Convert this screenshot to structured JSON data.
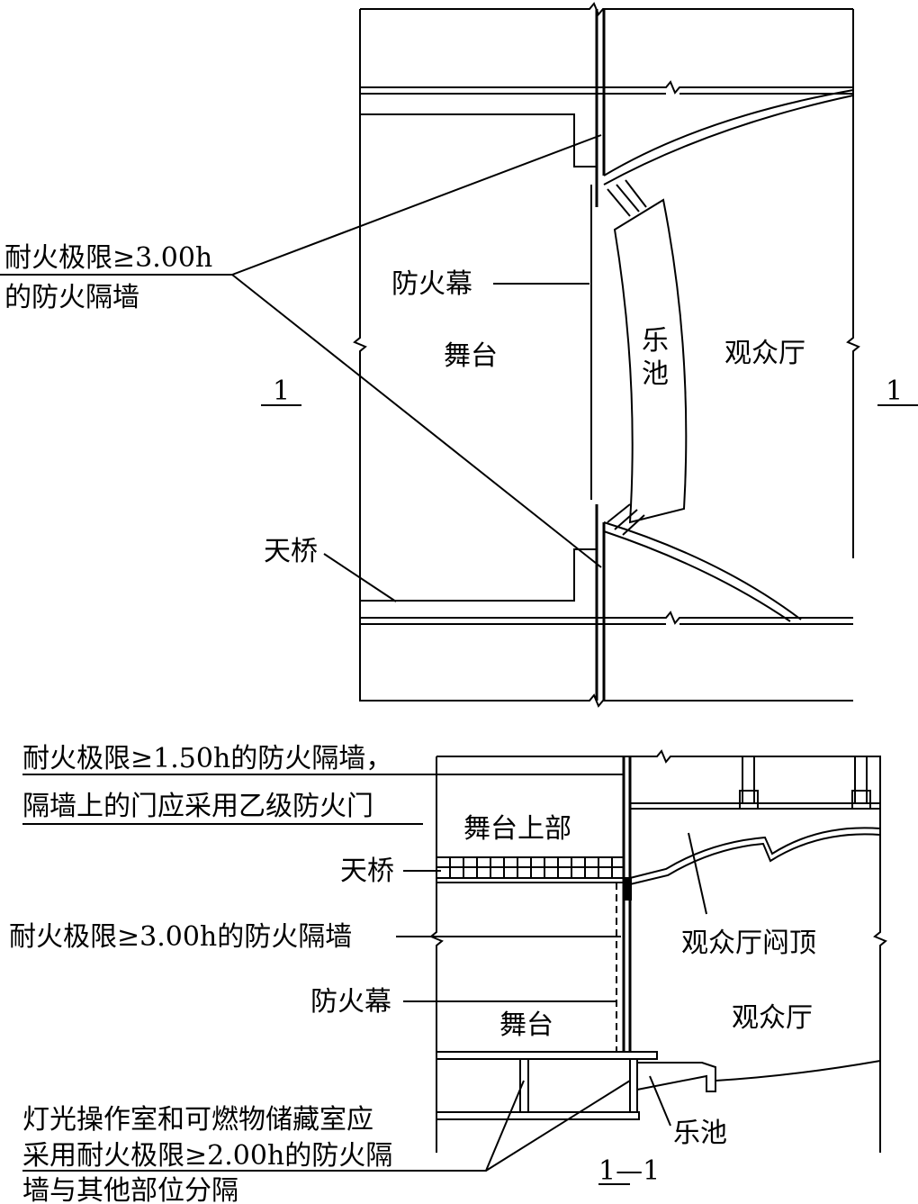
{
  "plan": {
    "wall_label_line1": "耐火极限≥3.00h",
    "wall_label_line2": "的防火隔墙",
    "fire_curtain": "防火幕",
    "stage": "舞台",
    "orchestra_pit_1": "乐",
    "orchestra_pit_2": "池",
    "auditorium": "观众厅",
    "section_mark_left": "1",
    "section_mark_right": "1",
    "catwalk": "天桥"
  },
  "section": {
    "upper_wall_line1": "耐火极限≥1.50h的防火隔墙，",
    "upper_wall_line2": "隔墙上的门应采用乙级防火门",
    "stage_upper": "舞台上部",
    "catwalk": "天桥",
    "wall_300": "耐火极限≥3.00h的防火隔墙",
    "ceiling": "观众厅闷顶",
    "fire_curtain": "防火幕",
    "stage": "舞台",
    "auditorium": "观众厅",
    "room_line1": "灯光操作室和可燃物储藏室应",
    "room_line2": "采用耐火极限≥2.00h的防火隔",
    "room_line3": "墙与其他部位分隔",
    "orchestra_pit": "乐池",
    "title": "1—1"
  }
}
